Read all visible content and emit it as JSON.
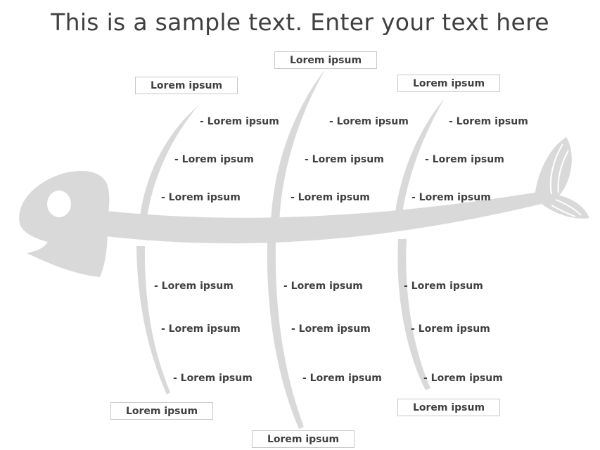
{
  "title": "This is a sample text. Enter your text here",
  "colors": {
    "bone": "#d9d9d9",
    "text": "#404040",
    "box_border": "#c9c9c9"
  },
  "top_categories": [
    {
      "label": "Lorem ipsum",
      "items": [
        "- Lorem ipsum",
        "- Lorem ipsum",
        "- Lorem ipsum"
      ]
    },
    {
      "label": "Lorem ipsum",
      "items": [
        "- Lorem ipsum",
        "- Lorem ipsum",
        "- Lorem ipsum"
      ]
    },
    {
      "label": "Lorem ipsum",
      "items": [
        "- Lorem ipsum",
        "- Lorem ipsum",
        "- Lorem ipsum"
      ]
    }
  ],
  "bottom_categories": [
    {
      "label": "Lorem ipsum",
      "items": [
        "- Lorem ipsum",
        "- Lorem ipsum",
        "- Lorem ipsum"
      ]
    },
    {
      "label": "Lorem ipsum",
      "items": [
        "- Lorem ipsum",
        "- Lorem ipsum",
        "- Lorem ipsum"
      ]
    },
    {
      "label": "Lorem ipsum",
      "items": [
        "- Lorem ipsum",
        "- Lorem ipsum",
        "- Lorem ipsum"
      ]
    }
  ]
}
